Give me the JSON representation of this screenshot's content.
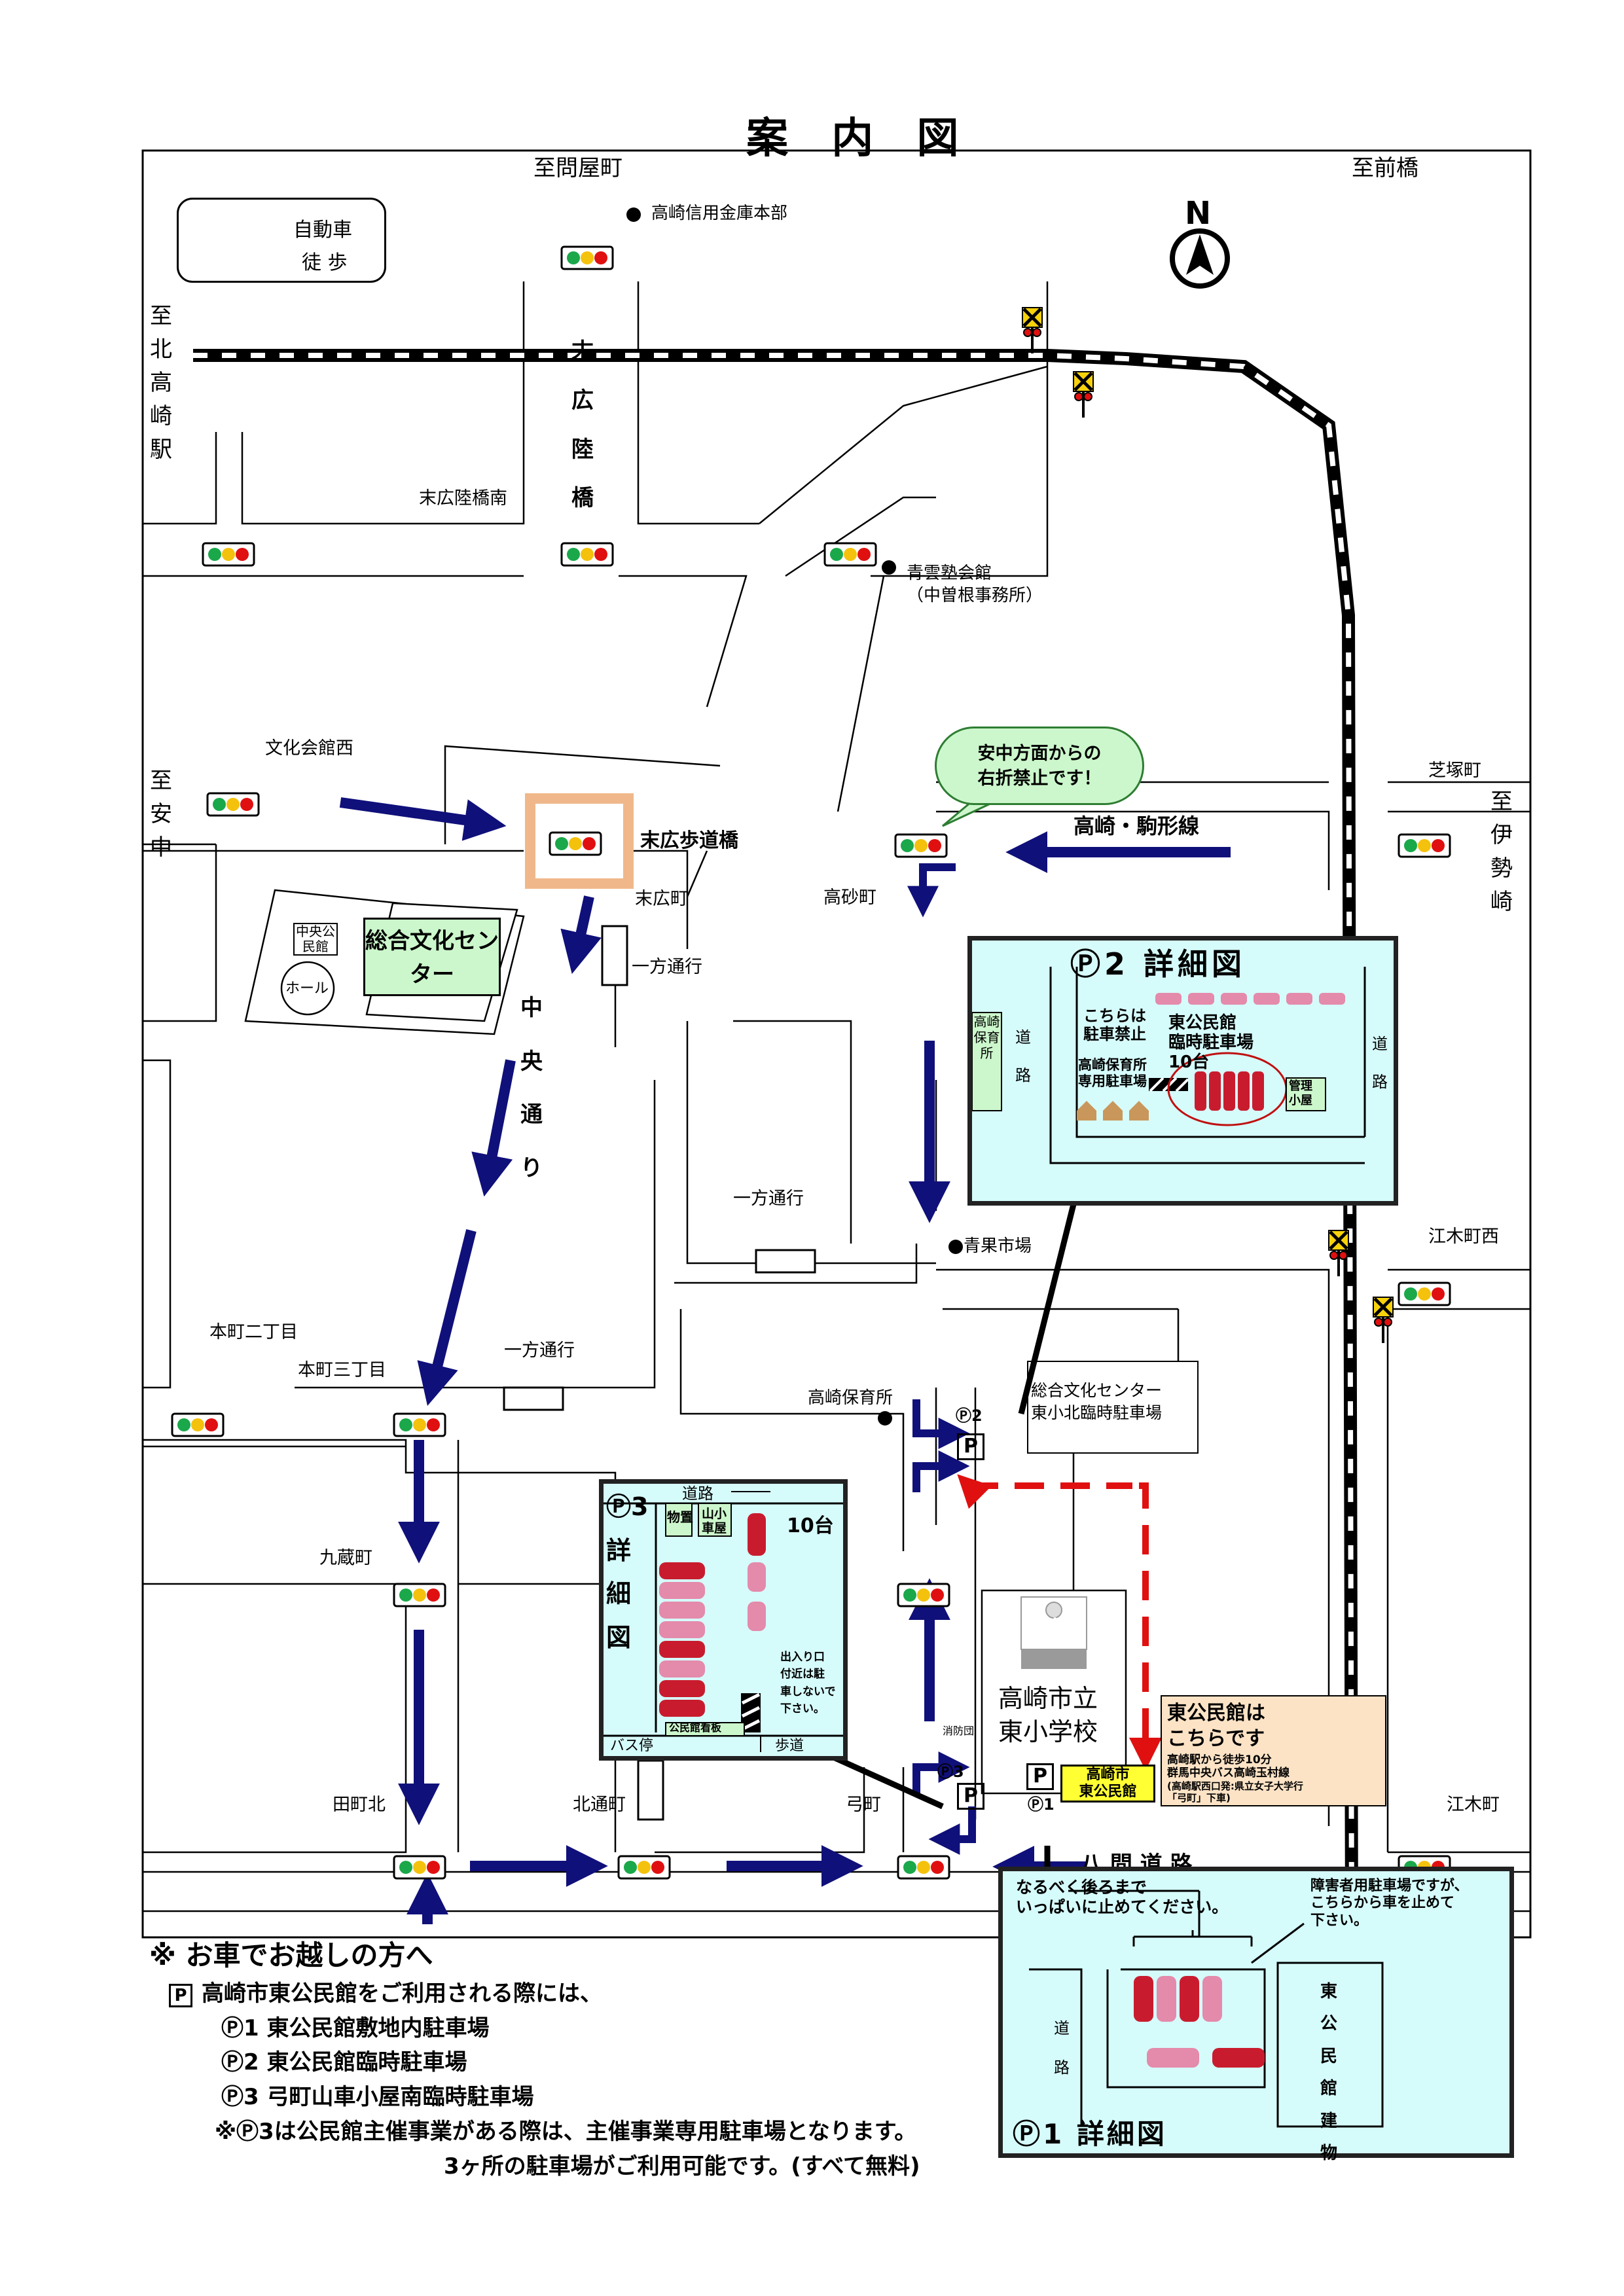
{
  "title": "案 内 図",
  "legend": {
    "car": "自動車",
    "walk": "徒 歩"
  },
  "directions": {
    "north_top": "至問屋町",
    "maebashi": "至前橋",
    "kitatakasaki": "至北高崎駅",
    "annaka": "至安中",
    "isesaki": "至伊勢崎"
  },
  "roads": {
    "suehiro_rikkyo": "末広陸橋",
    "chuo_dori": "中央通り",
    "takasaki_komagata": "高崎・駒形線",
    "hakken_doro": "八 間 道 路"
  },
  "intersections": {
    "suehiro_rikkyo_minami": "末広陸橋南",
    "bunka_kaikan_nishi": "文化会館西",
    "suehiro_hodokyo": "末広歩道橋",
    "suehiro_cho": "末広町",
    "takasago_cho": "高砂町",
    "shibatsuka_cho": "芝塚町",
    "motomachi_2": "本町二丁目",
    "motomachi_3": "本町三丁目",
    "kurumachi": "九蔵町",
    "tamachi_kita": "田町北",
    "kitadori_cho": "北通町",
    "yumicho": "弓町",
    "eki_cho_nishi": "江木町西",
    "eki_cho": "江木町"
  },
  "places": {
    "shinkin": "高崎信用金庫本部",
    "seiunjuku": "青雲塾会館",
    "seiunjuku_sub": "（中曽根事務所）",
    "seika_ichiba": "青果市場",
    "hoikujo": "高崎保育所",
    "sogo_bunka": "総合文化センター",
    "chuo_kominkan": "中央公民館",
    "hall": "ホール",
    "rinji_parking": "総合文化センター\n東小北臨時駐車場",
    "school_roof": "学校",
    "school_name": "高崎市立\n東小学校",
    "shobo": "消防団",
    "kominkan_sign": "高崎市\n東公民館"
  },
  "one_way": "一方通行",
  "callout": "安中方面からの\n右折禁止です！",
  "target_box": {
    "title": "東公民館は\nこちらです",
    "walk": "高崎駅から徒歩10分",
    "bus": "群馬中央バス高崎玉村線",
    "bus_detail": "(高崎駅西口発:県立女子大学行\n「弓町」下車)"
  },
  "p2": {
    "title": "Ⓟ2 詳細図",
    "no_parking": "こちらは\n駐車禁止",
    "name": "東公民館\n臨時駐車場\n10台",
    "hoikujo_senyo": "高崎保育所\n専用駐車場",
    "hoikujo_v": "高崎保育所",
    "road": "道路",
    "kanri": "管理\n小屋"
  },
  "p3": {
    "title": "Ⓟ3\n詳\n細\n図",
    "road": "道路",
    "storage": "物置",
    "yama": "山小\n車屋",
    "count": "10台",
    "note": "出入り口\n付近は駐\n車しないで\n下さい。",
    "sign": "公民館看板",
    "bus": "バス停",
    "sidewalk": "歩道"
  },
  "p1": {
    "title": "Ⓟ1 詳細図",
    "back": "なるべく後ろまで\nいっぱいに止めてください。",
    "disabled": "障害者用駐車場ですが、\nこちらから車を止めて\n下さい。",
    "road": "道路",
    "building": "東公民館建物"
  },
  "parking_marks": {
    "p1": "Ⓟ1",
    "p2": "Ⓟ2",
    "p3": "Ⓟ3",
    "p": "P"
  },
  "notes": {
    "heading": "※ お車でお越しの方へ",
    "p_icon": "P",
    "intro": "高崎市東公民館をご利用される際には、",
    "p1": "Ⓟ1 東公民館敷地内駐車場",
    "p2": "Ⓟ2 東公民館臨時駐車場",
    "p3": "Ⓟ3 弓町山車小屋南臨時駐車場",
    "warn": "※Ⓟ3は公民館主催事業がある際は、主催事業専用駐車場となります。",
    "free": "3ヶ所の駐車場がご利用可能です。(すべて無料)"
  },
  "colors": {
    "car_arrow": "#10107a",
    "walk": "#e01010",
    "panel": "#d6fbfb",
    "school": "#9a9a9a"
  }
}
